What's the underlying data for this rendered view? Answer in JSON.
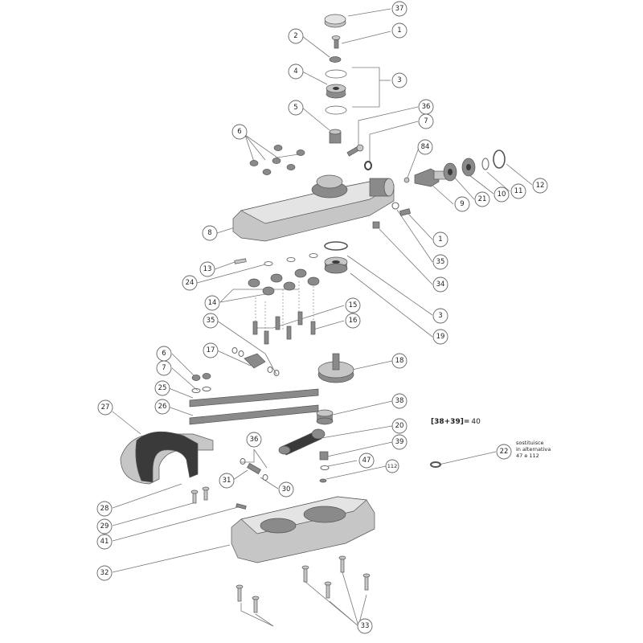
{
  "callouts": [
    {
      "id": "c37",
      "label": "37"
    },
    {
      "id": "c1a",
      "label": "1"
    },
    {
      "id": "c2",
      "label": "2"
    },
    {
      "id": "c4",
      "label": "4"
    },
    {
      "id": "c3a",
      "label": "3"
    },
    {
      "id": "c5",
      "label": "5"
    },
    {
      "id": "c36a",
      "label": "36"
    },
    {
      "id": "c7a",
      "label": "7"
    },
    {
      "id": "c6a",
      "label": "6"
    },
    {
      "id": "c84",
      "label": "84"
    },
    {
      "id": "c12",
      "label": "12"
    },
    {
      "id": "c11",
      "label": "11"
    },
    {
      "id": "c10",
      "label": "10"
    },
    {
      "id": "c21",
      "label": "21"
    },
    {
      "id": "c9",
      "label": "9"
    },
    {
      "id": "c8",
      "label": "8"
    },
    {
      "id": "c1b",
      "label": "1"
    },
    {
      "id": "c35a",
      "label": "35"
    },
    {
      "id": "c13",
      "label": "13"
    },
    {
      "id": "c24",
      "label": "24"
    },
    {
      "id": "c34",
      "label": "34"
    },
    {
      "id": "c14",
      "label": "14"
    },
    {
      "id": "c3b",
      "label": "3"
    },
    {
      "id": "c19",
      "label": "19"
    },
    {
      "id": "c15",
      "label": "15"
    },
    {
      "id": "c16",
      "label": "16"
    },
    {
      "id": "c35b",
      "label": "35"
    },
    {
      "id": "c17",
      "label": "17"
    },
    {
      "id": "c18",
      "label": "18"
    },
    {
      "id": "c6b",
      "label": "6"
    },
    {
      "id": "c7b",
      "label": "7"
    },
    {
      "id": "c25",
      "label": "25"
    },
    {
      "id": "c26",
      "label": "26"
    },
    {
      "id": "c27",
      "label": "27"
    },
    {
      "id": "c38",
      "label": "38"
    },
    {
      "id": "c20",
      "label": "20"
    },
    {
      "id": "c36b",
      "label": "36"
    },
    {
      "id": "c39",
      "label": "39"
    },
    {
      "id": "c47",
      "label": "47"
    },
    {
      "id": "c112",
      "label": "112"
    },
    {
      "id": "c22",
      "label": "22"
    },
    {
      "id": "c31",
      "label": "31"
    },
    {
      "id": "c30",
      "label": "30"
    },
    {
      "id": "c28",
      "label": "28"
    },
    {
      "id": "c29",
      "label": "29"
    },
    {
      "id": "c41",
      "label": "41"
    },
    {
      "id": "c32",
      "label": "32"
    },
    {
      "id": "c33",
      "label": "33"
    }
  ],
  "formula": {
    "bold": "[38+39]=",
    "value": "40"
  },
  "replacement_note": {
    "line1": "sostituisce",
    "line2": "in alternativa",
    "line3": "47 e 112"
  }
}
